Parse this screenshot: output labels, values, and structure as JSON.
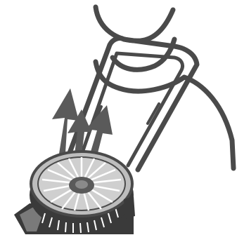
{
  "illustration": {
    "icon": "neck-fan-illustration",
    "subject": "handheld-neck-fan",
    "colors": {
      "background": "#ffffff",
      "line": "#4a4a4a",
      "arrow": "#5a5a5a",
      "fan_face": "#bdbdbd",
      "fan_blade": "#d9d9d9",
      "fan_dark": "#3a3a3a",
      "fan_mid": "#7a7a7a"
    },
    "airflow_arrows": 3
  }
}
